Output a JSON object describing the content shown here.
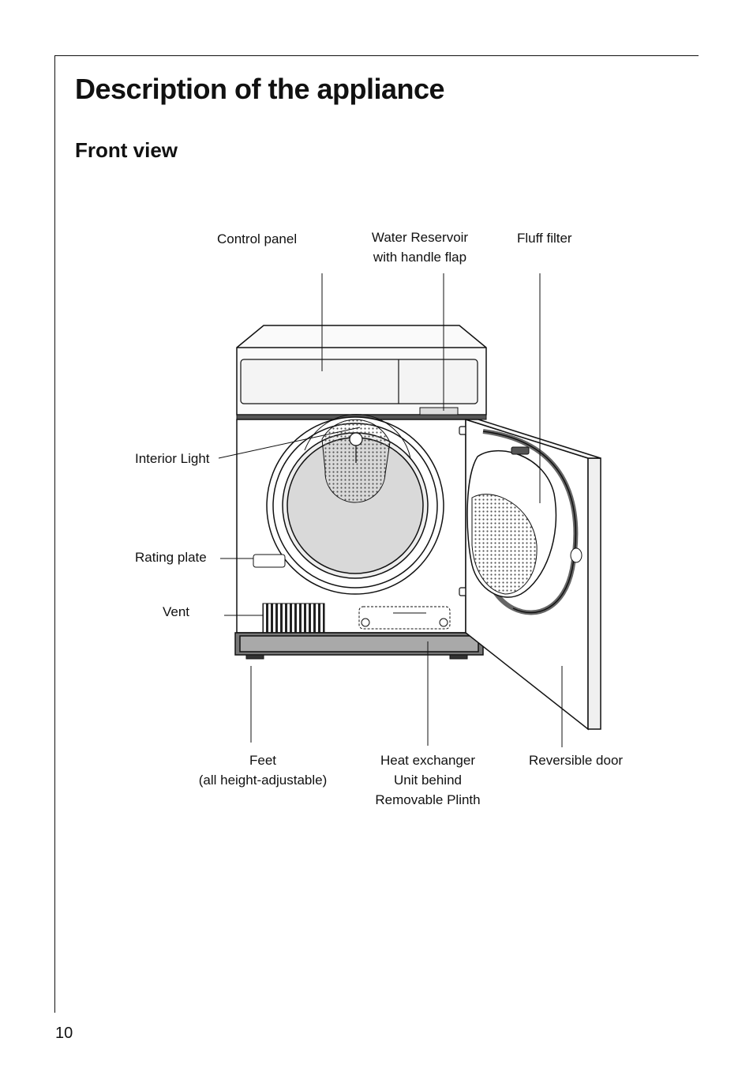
{
  "page": {
    "title": "Description of the appliance",
    "subtitle": "Front view",
    "page_number": "10"
  },
  "labels": {
    "control_panel": "Control panel",
    "water_reservoir": [
      "Water Reservoir",
      "with handle flap"
    ],
    "fluff_filter": "Fluff filter",
    "interior_light": "Interior Light",
    "rating_plate": "Rating plate",
    "vent": "Vent",
    "feet": [
      "Feet",
      "(all height-adjustable)"
    ],
    "heat_exchanger": [
      "Heat exchanger",
      "Unit behind",
      "Removable Plinth"
    ],
    "reversible_door": "Reversible door"
  }
}
